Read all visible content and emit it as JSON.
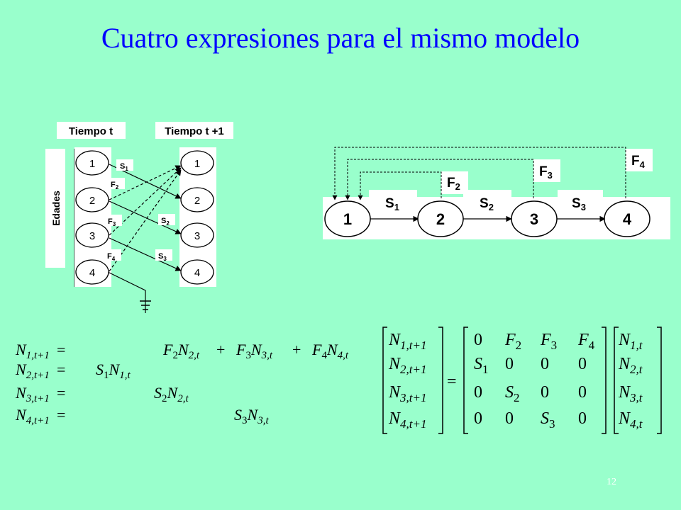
{
  "title": "Cuatro expresiones para el mismo modelo",
  "page_number": "12",
  "left_diagram": {
    "header_t": "Tiempo t",
    "header_t1": "Tiempo t +1",
    "axis_label": "Edades",
    "ages_t": [
      "1",
      "2",
      "3",
      "4"
    ],
    "ages_t1": [
      "1",
      "2",
      "3",
      "4"
    ],
    "survival_labels": [
      {
        "base": "S",
        "sub": "1"
      },
      {
        "base": "S",
        "sub": "2"
      },
      {
        "base": "S",
        "sub": "3"
      }
    ],
    "fecundity_labels": [
      {
        "base": "F",
        "sub": "2"
      },
      {
        "base": "F",
        "sub": "3"
      },
      {
        "base": "F",
        "sub": "4"
      }
    ]
  },
  "life_cycle": {
    "nodes": [
      "1",
      "2",
      "3",
      "4"
    ],
    "survival": [
      {
        "base": "S",
        "sub": "1"
      },
      {
        "base": "S",
        "sub": "2"
      },
      {
        "base": "S",
        "sub": "3"
      }
    ],
    "fecundity": [
      {
        "base": "F",
        "sub": "2"
      },
      {
        "base": "F",
        "sub": "3"
      },
      {
        "base": "F",
        "sub": "4"
      }
    ]
  },
  "equations": {
    "lhs": [
      {
        "base": "N",
        "sub": "1,t+1"
      },
      {
        "base": "N",
        "sub": "2,t+1"
      },
      {
        "base": "N",
        "sub": "3,t+1"
      },
      {
        "base": "N",
        "sub": "4,t+1"
      }
    ],
    "equals": "=",
    "plus": "+",
    "row1": [
      {
        "f": "F",
        "fs": "2",
        "n": "N",
        "ns": "2,t"
      },
      {
        "f": "F",
        "fs": "3",
        "n": "N",
        "ns": "3,t"
      },
      {
        "f": "F",
        "fs": "4",
        "n": "N",
        "ns": "4,t"
      }
    ],
    "row2": {
      "f": "S",
      "fs": "1",
      "n": "N",
      "ns": "1,t"
    },
    "row3": {
      "f": "S",
      "fs": "2",
      "n": "N",
      "ns": "2,t"
    },
    "row4": {
      "f": "S",
      "fs": "3",
      "n": "N",
      "ns": "3,t"
    }
  },
  "matrix": {
    "lhs": [
      {
        "base": "N",
        "sub": "1,t+1"
      },
      {
        "base": "N",
        "sub": "2,t+1"
      },
      {
        "base": "N",
        "sub": "3,t+1"
      },
      {
        "base": "N",
        "sub": "4,t+1"
      }
    ],
    "equals": "=",
    "rows": [
      [
        {
          "base": "0",
          "sub": ""
        },
        {
          "base": "F",
          "sub": "2"
        },
        {
          "base": "F",
          "sub": "3"
        },
        {
          "base": "F",
          "sub": "4"
        }
      ],
      [
        {
          "base": "S",
          "sub": "1"
        },
        {
          "base": "0",
          "sub": ""
        },
        {
          "base": "0",
          "sub": ""
        },
        {
          "base": "0",
          "sub": ""
        }
      ],
      [
        {
          "base": "0",
          "sub": ""
        },
        {
          "base": "S",
          "sub": "2"
        },
        {
          "base": "0",
          "sub": ""
        },
        {
          "base": "0",
          "sub": ""
        }
      ],
      [
        {
          "base": "0",
          "sub": ""
        },
        {
          "base": "0",
          "sub": ""
        },
        {
          "base": "S",
          "sub": "3"
        },
        {
          "base": "0",
          "sub": ""
        }
      ]
    ],
    "rhs": [
      {
        "base": "N",
        "sub": "1,t"
      },
      {
        "base": "N",
        "sub": "2,t"
      },
      {
        "base": "N",
        "sub": "3,t"
      },
      {
        "base": "N",
        "sub": "4,t"
      }
    ]
  }
}
